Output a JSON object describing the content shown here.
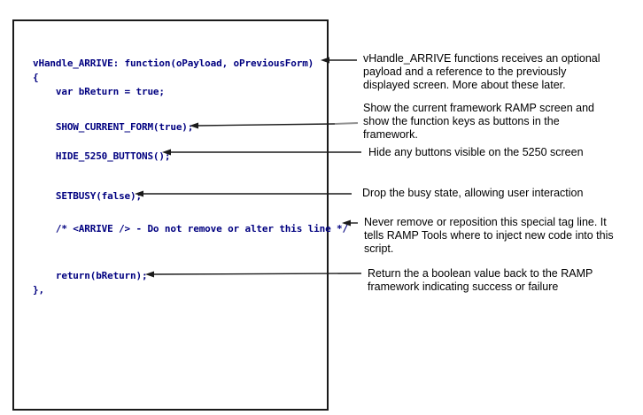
{
  "figure": {
    "description": "Annotated RAMP script vHandle_ARRIVE code example with callout arrows",
    "background_color": "#ffffff",
    "code_color": "#000080",
    "annotation_text_color": "#000000",
    "arrow_color": "#000000",
    "arrow_gray_color": "#909090",
    "box_border_color": "#1a1a1a"
  },
  "code": {
    "lines": [
      "vHandle_ARRIVE: function(oPayload, oPreviousForm)",
      "{",
      "    var bReturn = true;",
      "    SHOW_CURRENT_FORM(true);",
      "    HIDE_5250_BUTTONS();",
      "    SETBUSY(false);",
      "    /* <ARRIVE /> - Do not remove or alter this line */",
      "    return(bReturn);",
      "},"
    ]
  },
  "annotations": [
    {
      "target": "vHandle_ARRIVE declaration",
      "lines": [
        "vHandle_ARRIVE functions receives an optional",
        "payload and a reference to the previously",
        "displayed screen. More about these later."
      ]
    },
    {
      "target": "SHOW_CURRENT_FORM(true);",
      "lines": [
        "Show the current framework RAMP screen and",
        "show the function keys as buttons in the",
        "framework."
      ]
    },
    {
      "target": "HIDE_5250_BUTTONS();",
      "lines": [
        "Hide any buttons visible on the 5250 screen"
      ]
    },
    {
      "target": "SETBUSY(false);",
      "lines": [
        "Drop the busy state, allowing user interaction"
      ]
    },
    {
      "target": "/* <ARRIVE /> tag line",
      "lines": [
        "Never remove or reposition this special tag line. It",
        "tells RAMP Tools where to inject new code into this",
        "script."
      ]
    },
    {
      "target": "return(bReturn);",
      "lines": [
        "Return the a boolean value back to the RAMP",
        "framework indicating success or failure"
      ]
    }
  ]
}
